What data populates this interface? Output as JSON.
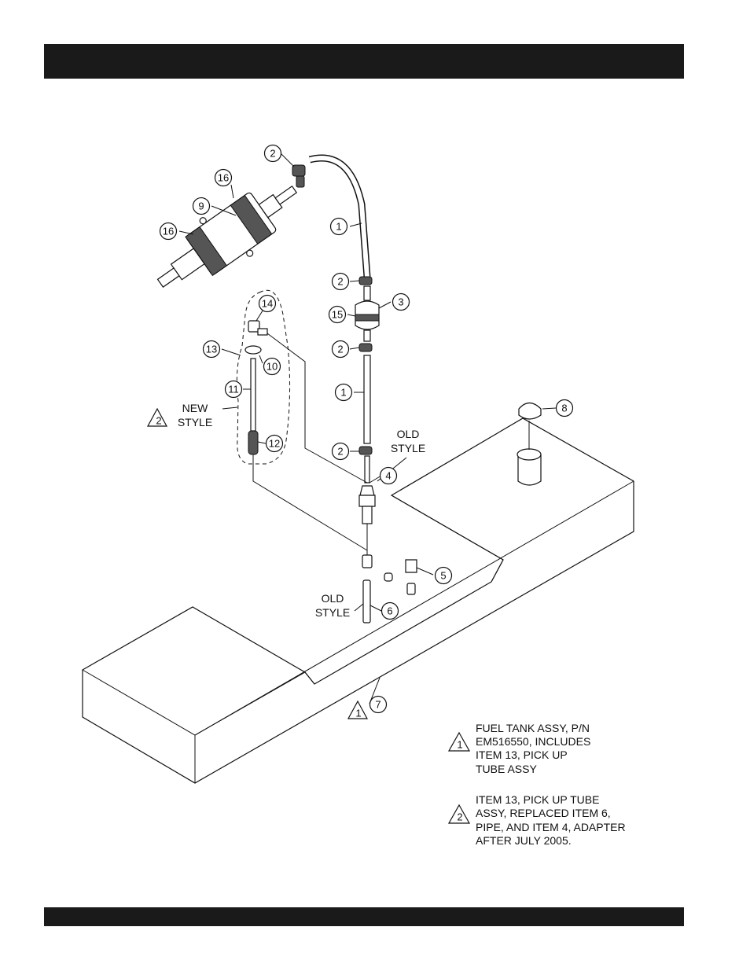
{
  "callouts": {
    "c2a": "2",
    "c16a": "16",
    "c9": "9",
    "c16b": "16",
    "c1a": "1",
    "c2b": "2",
    "c3": "3",
    "c15": "15",
    "c2c": "2",
    "c14": "14",
    "c13": "13",
    "c10": "10",
    "c11": "11",
    "c1b": "1",
    "c8": "8",
    "c12": "12",
    "c2d": "2",
    "c4": "4",
    "c5": "5",
    "c6": "6",
    "c7": "7"
  },
  "labels": {
    "new_style_1": "NEW",
    "new_style_2": "STYLE",
    "old_style_a_1": "OLD",
    "old_style_a_2": "STYLE",
    "old_style_b_1": "OLD",
    "old_style_b_2": "STYLE"
  },
  "flags": {
    "new_style": "2",
    "tank": "1",
    "note1": "1",
    "note2": "2"
  },
  "notes": {
    "note1": [
      "FUEL TANK ASSY, P/N",
      "EM516550, INCLUDES",
      "ITEM 13, PICK UP",
      "TUBE ASSY"
    ],
    "note2": [
      "ITEM 13, PICK UP TUBE",
      "ASSY, REPLACED ITEM 6,",
      "PIPE, AND ITEM 4, ADAPTER",
      "AFTER JULY 2005."
    ]
  }
}
